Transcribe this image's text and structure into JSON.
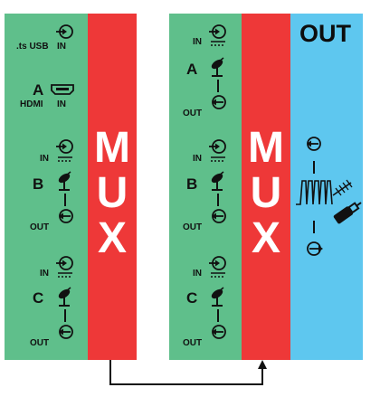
{
  "mux_left": {
    "letters": [
      "M",
      "U",
      "X"
    ]
  },
  "mux_right": {
    "letters": [
      "M",
      "U",
      "X"
    ]
  },
  "out_panel": {
    "title": "OUT"
  },
  "left_inputs": {
    "usb": {
      "source": ".ts USB",
      "port": "IN"
    },
    "hdmi": {
      "letter": "A",
      "source": "HDMI",
      "port": "IN"
    },
    "b": {
      "letter": "B",
      "in_label": "IN",
      "out_label": "OUT"
    },
    "c": {
      "letter": "C",
      "in_label": "IN",
      "out_label": "OUT"
    }
  },
  "right_inputs": {
    "a": {
      "letter": "A",
      "in_label": "IN",
      "out_label": "OUT"
    },
    "b": {
      "letter": "B",
      "in_label": "IN",
      "out_label": "OUT"
    },
    "c": {
      "letter": "C",
      "in_label": "IN",
      "out_label": "OUT"
    }
  },
  "colors": {
    "green": "#5fbf8b",
    "red": "#ee3838",
    "blue": "#5ec7ef"
  },
  "icons": [
    "input-arrow-icon",
    "output-arrow-icon",
    "hdmi-port-icon",
    "satellite-dish-icon",
    "rf-spectrum-icon",
    "antenna-icon",
    "coax-plug-icon"
  ]
}
